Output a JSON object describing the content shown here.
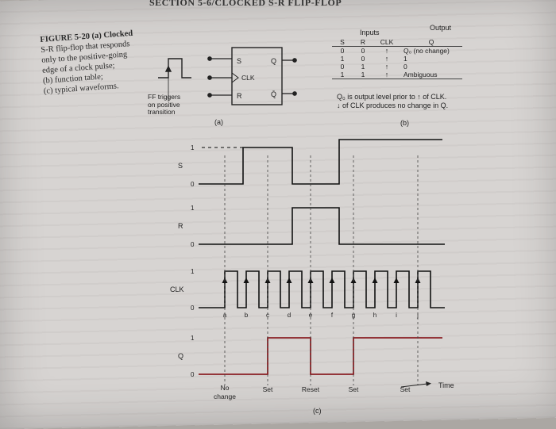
{
  "header": "SECTION 5-6/CLOCKED S-R FLIP-FLOP",
  "caption": {
    "lines": [
      "FIGURE 5-20  (a) Clocked",
      "S-R flip-flop that responds",
      "only to the positive-going",
      "edge of a clock pulse;",
      "(b) function table;",
      "(c) typical waveforms."
    ]
  },
  "panel_a": {
    "pins": {
      "s": "S",
      "clk": "CLK",
      "r": "R",
      "q": "Q",
      "qbar": "Q̄"
    },
    "note": [
      "FF triggers",
      "on positive",
      "transition"
    ],
    "label": "(a)"
  },
  "panel_b": {
    "inputs_label": "Inputs",
    "output_label": "Output",
    "headers": [
      "S",
      "R",
      "CLK",
      "Q"
    ],
    "rows": [
      [
        "0",
        "0",
        "↑",
        "Q₀ (no change)"
      ],
      [
        "1",
        "0",
        "↑",
        "1"
      ],
      [
        "0",
        "1",
        "↑",
        "0"
      ],
      [
        "1",
        "1",
        "↑",
        "Ambiguous"
      ]
    ],
    "notes": [
      "Q₀ is output level prior to ↑ of CLK.",
      "↓ of CLK produces no change in Q."
    ],
    "label": "(b)"
  },
  "panel_c": {
    "signals": [
      "S",
      "R",
      "CLK",
      "Q"
    ],
    "level_high": "1",
    "level_low": "0",
    "clock_points": [
      "a",
      "b",
      "c",
      "d",
      "e",
      "f",
      "g",
      "h",
      "i",
      "j"
    ],
    "events": [
      "No change",
      "Set",
      "Reset",
      "Set",
      "Set"
    ],
    "time_label": "Time",
    "label": "(c)"
  }
}
